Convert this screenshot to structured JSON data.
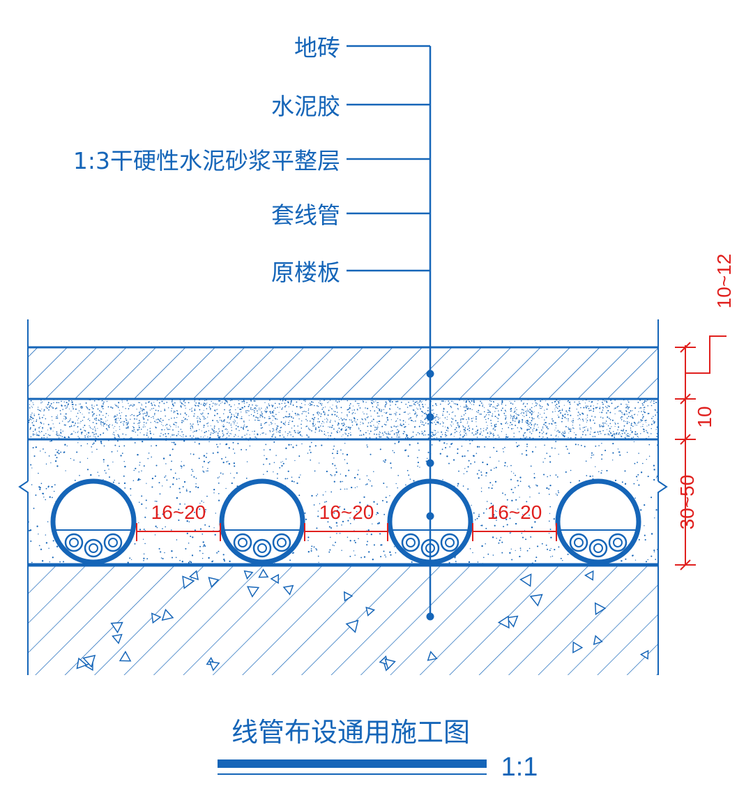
{
  "callout_labels": [
    "地砖",
    "水泥胶",
    "1:3干硬性水泥砂浆平整层",
    "套线管",
    "原楼板"
  ],
  "dimensions": {
    "pipe_gap": "16~20",
    "tile_thickness": "10~12",
    "glue_thickness": "10",
    "screed_thickness": "30~50"
  },
  "title": "线管布设通用施工图",
  "scale": "1:1",
  "colors": {
    "line": "#1565b8",
    "dimension": "#e0201e",
    "background": "#ffffff"
  }
}
